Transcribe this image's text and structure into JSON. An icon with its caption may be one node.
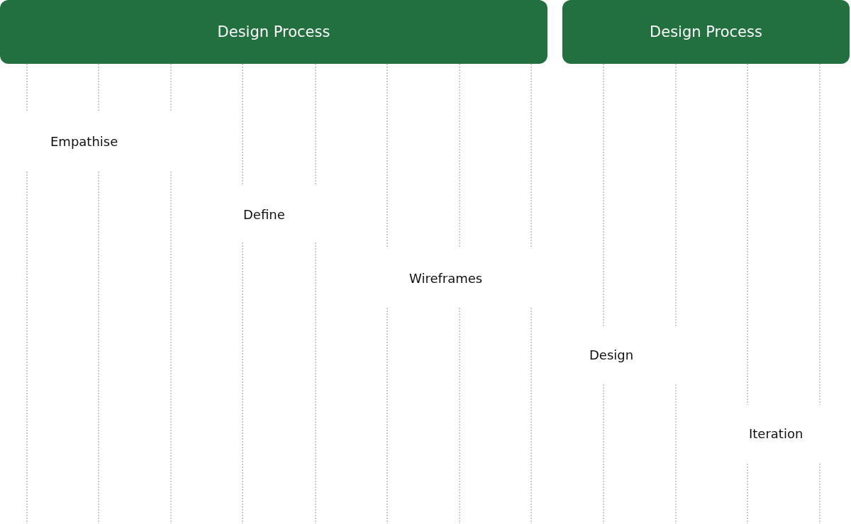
{
  "diagram": {
    "nodes": [
      {
        "text": [
          "Design Process"
        ]
      },
      {
        "text": [
          "Design Process"
        ]
      },
      {
        "text": [
          "Empathise"
        ]
      },
      {
        "text": [
          "Define"
        ]
      },
      {
        "text": [
          "Wireframes"
        ]
      },
      {
        "text": [
          "Design"
        ]
      },
      {
        "text": [
          "Iteration"
        ]
      }
    ]
  }
}
